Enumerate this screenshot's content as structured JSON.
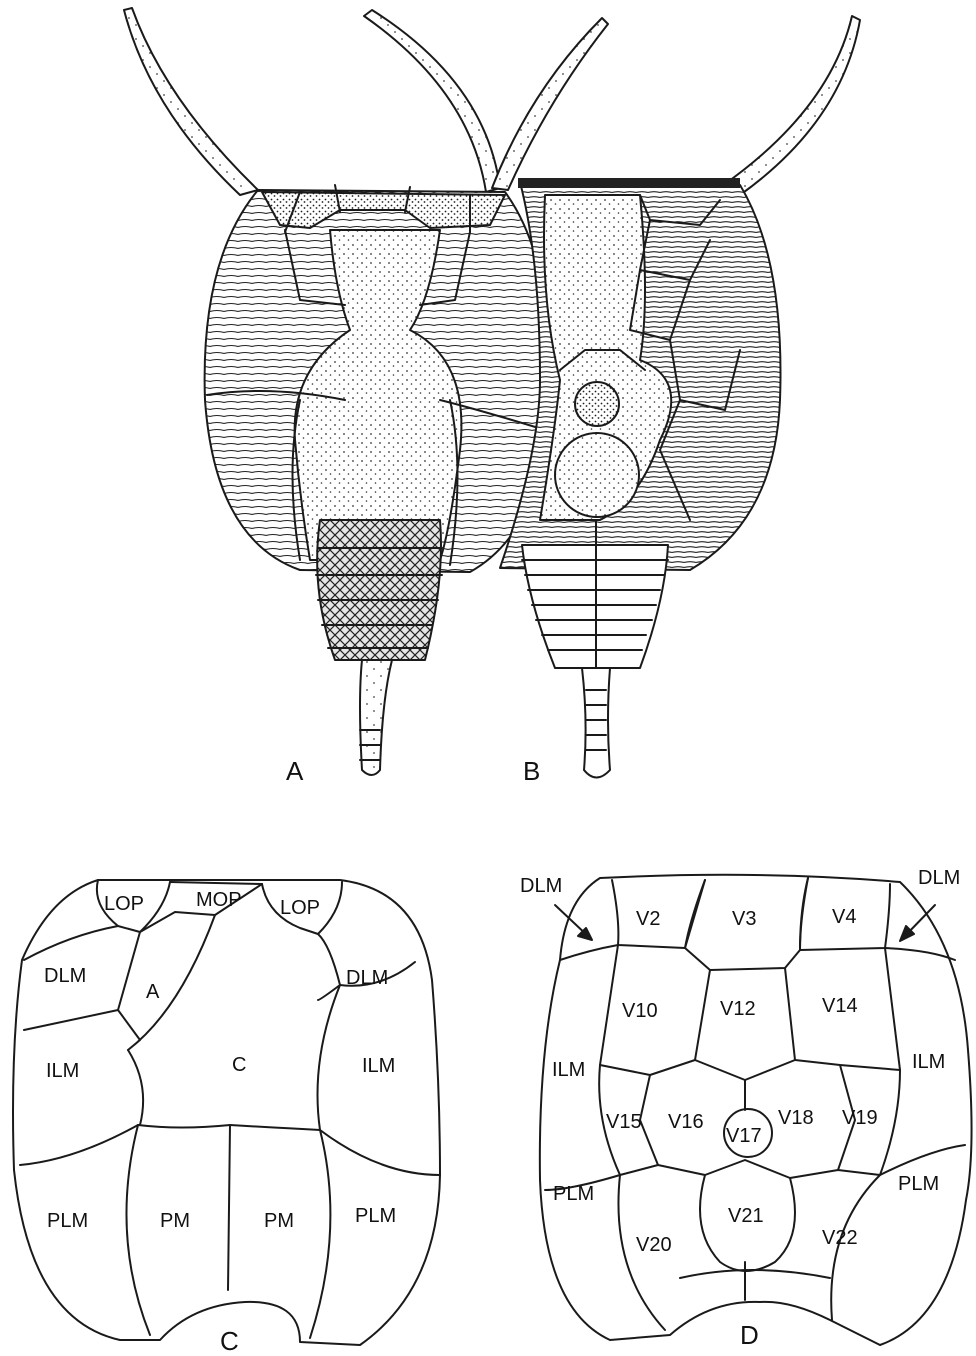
{
  "figure_labels": {
    "a": "A",
    "b": "B",
    "c": "C",
    "d": "D"
  },
  "panel_c": {
    "plates": {
      "lop_left": "LOP",
      "mop": "MOP",
      "lop_right": "LOP",
      "dlm_left": "DLM",
      "a": "A",
      "dlm_right": "DLM",
      "ilm_left": "ILM",
      "c": "C",
      "ilm_right": "ILM",
      "plm_left": "PLM",
      "pm_left": "PM",
      "pm_right": "PM",
      "plm_right": "PLM"
    }
  },
  "panel_d": {
    "plates": {
      "dlm_left": "DLM",
      "dlm_right": "DLM",
      "v2": "V2",
      "v3": "V3",
      "v4": "V4",
      "v10": "V10",
      "v12": "V12",
      "v14": "V14",
      "ilm_left": "ILM",
      "ilm_right": "ILM",
      "v15": "V15",
      "v16": "V16",
      "v17": "V17",
      "v18": "V18",
      "v19": "V19",
      "plm_left": "PLM",
      "plm_right": "PLM",
      "v20": "V20",
      "v21": "V21",
      "v22": "V22"
    }
  },
  "colors": {
    "ink": "#1a1a1a",
    "plate_fill_light": "#efefef",
    "background": "#ffffff"
  }
}
